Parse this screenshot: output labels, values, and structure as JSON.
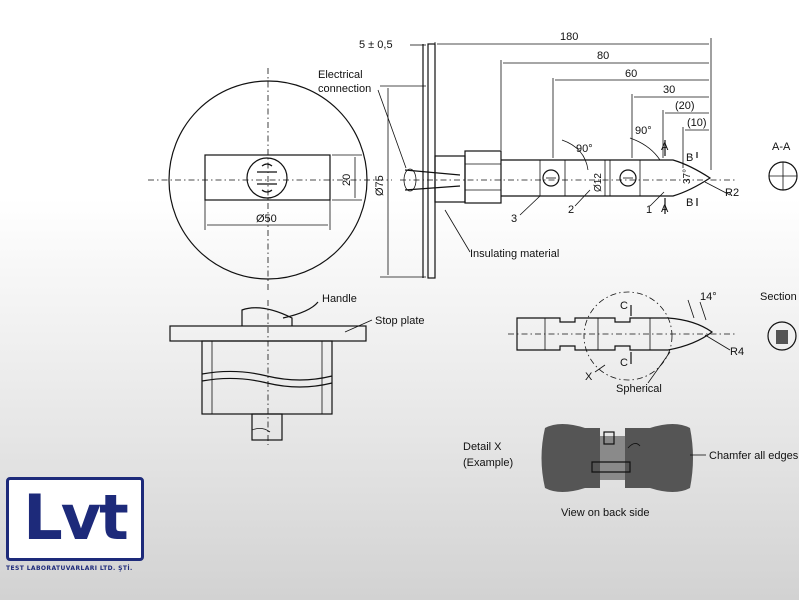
{
  "dimensions": {
    "d180": "180",
    "d80": "80",
    "d60": "60",
    "d30": "30",
    "d20": "(20)",
    "d10": "(10)",
    "tol": "5 ± 0,5",
    "dia75": "Ø75",
    "dia50": "Ø50",
    "dia12": "Ø12",
    "w20": "20",
    "ang90a": "90°",
    "ang90b": "90°",
    "ang37": "37°",
    "ang14": "14°",
    "r2": "R2",
    "r4": "R4"
  },
  "labels": {
    "electrical1": "Electrical",
    "electrical2": "connection",
    "insulating": "Insulating material",
    "handle": "Handle",
    "stop_plate": "Stop plate",
    "spherical": "Spherical",
    "detail_x1": "Detail X",
    "detail_x2": "(Example)",
    "chamfer": "Chamfer all edges",
    "view_back": "View on back side",
    "section_aa": "A-A",
    "section": "Section"
  },
  "markers": {
    "n1": "1",
    "n2": "2",
    "n3": "3",
    "a_top": "A",
    "a_bot": "A",
    "b_top": "B",
    "b_bot": "B",
    "c_top": "C",
    "c_bot": "C",
    "x": "X"
  },
  "logo": {
    "text": "Lvt",
    "subtitle": "TEST LABORATUVARLARI LTD. ŞTİ.",
    "color": "#1d2a7a"
  }
}
